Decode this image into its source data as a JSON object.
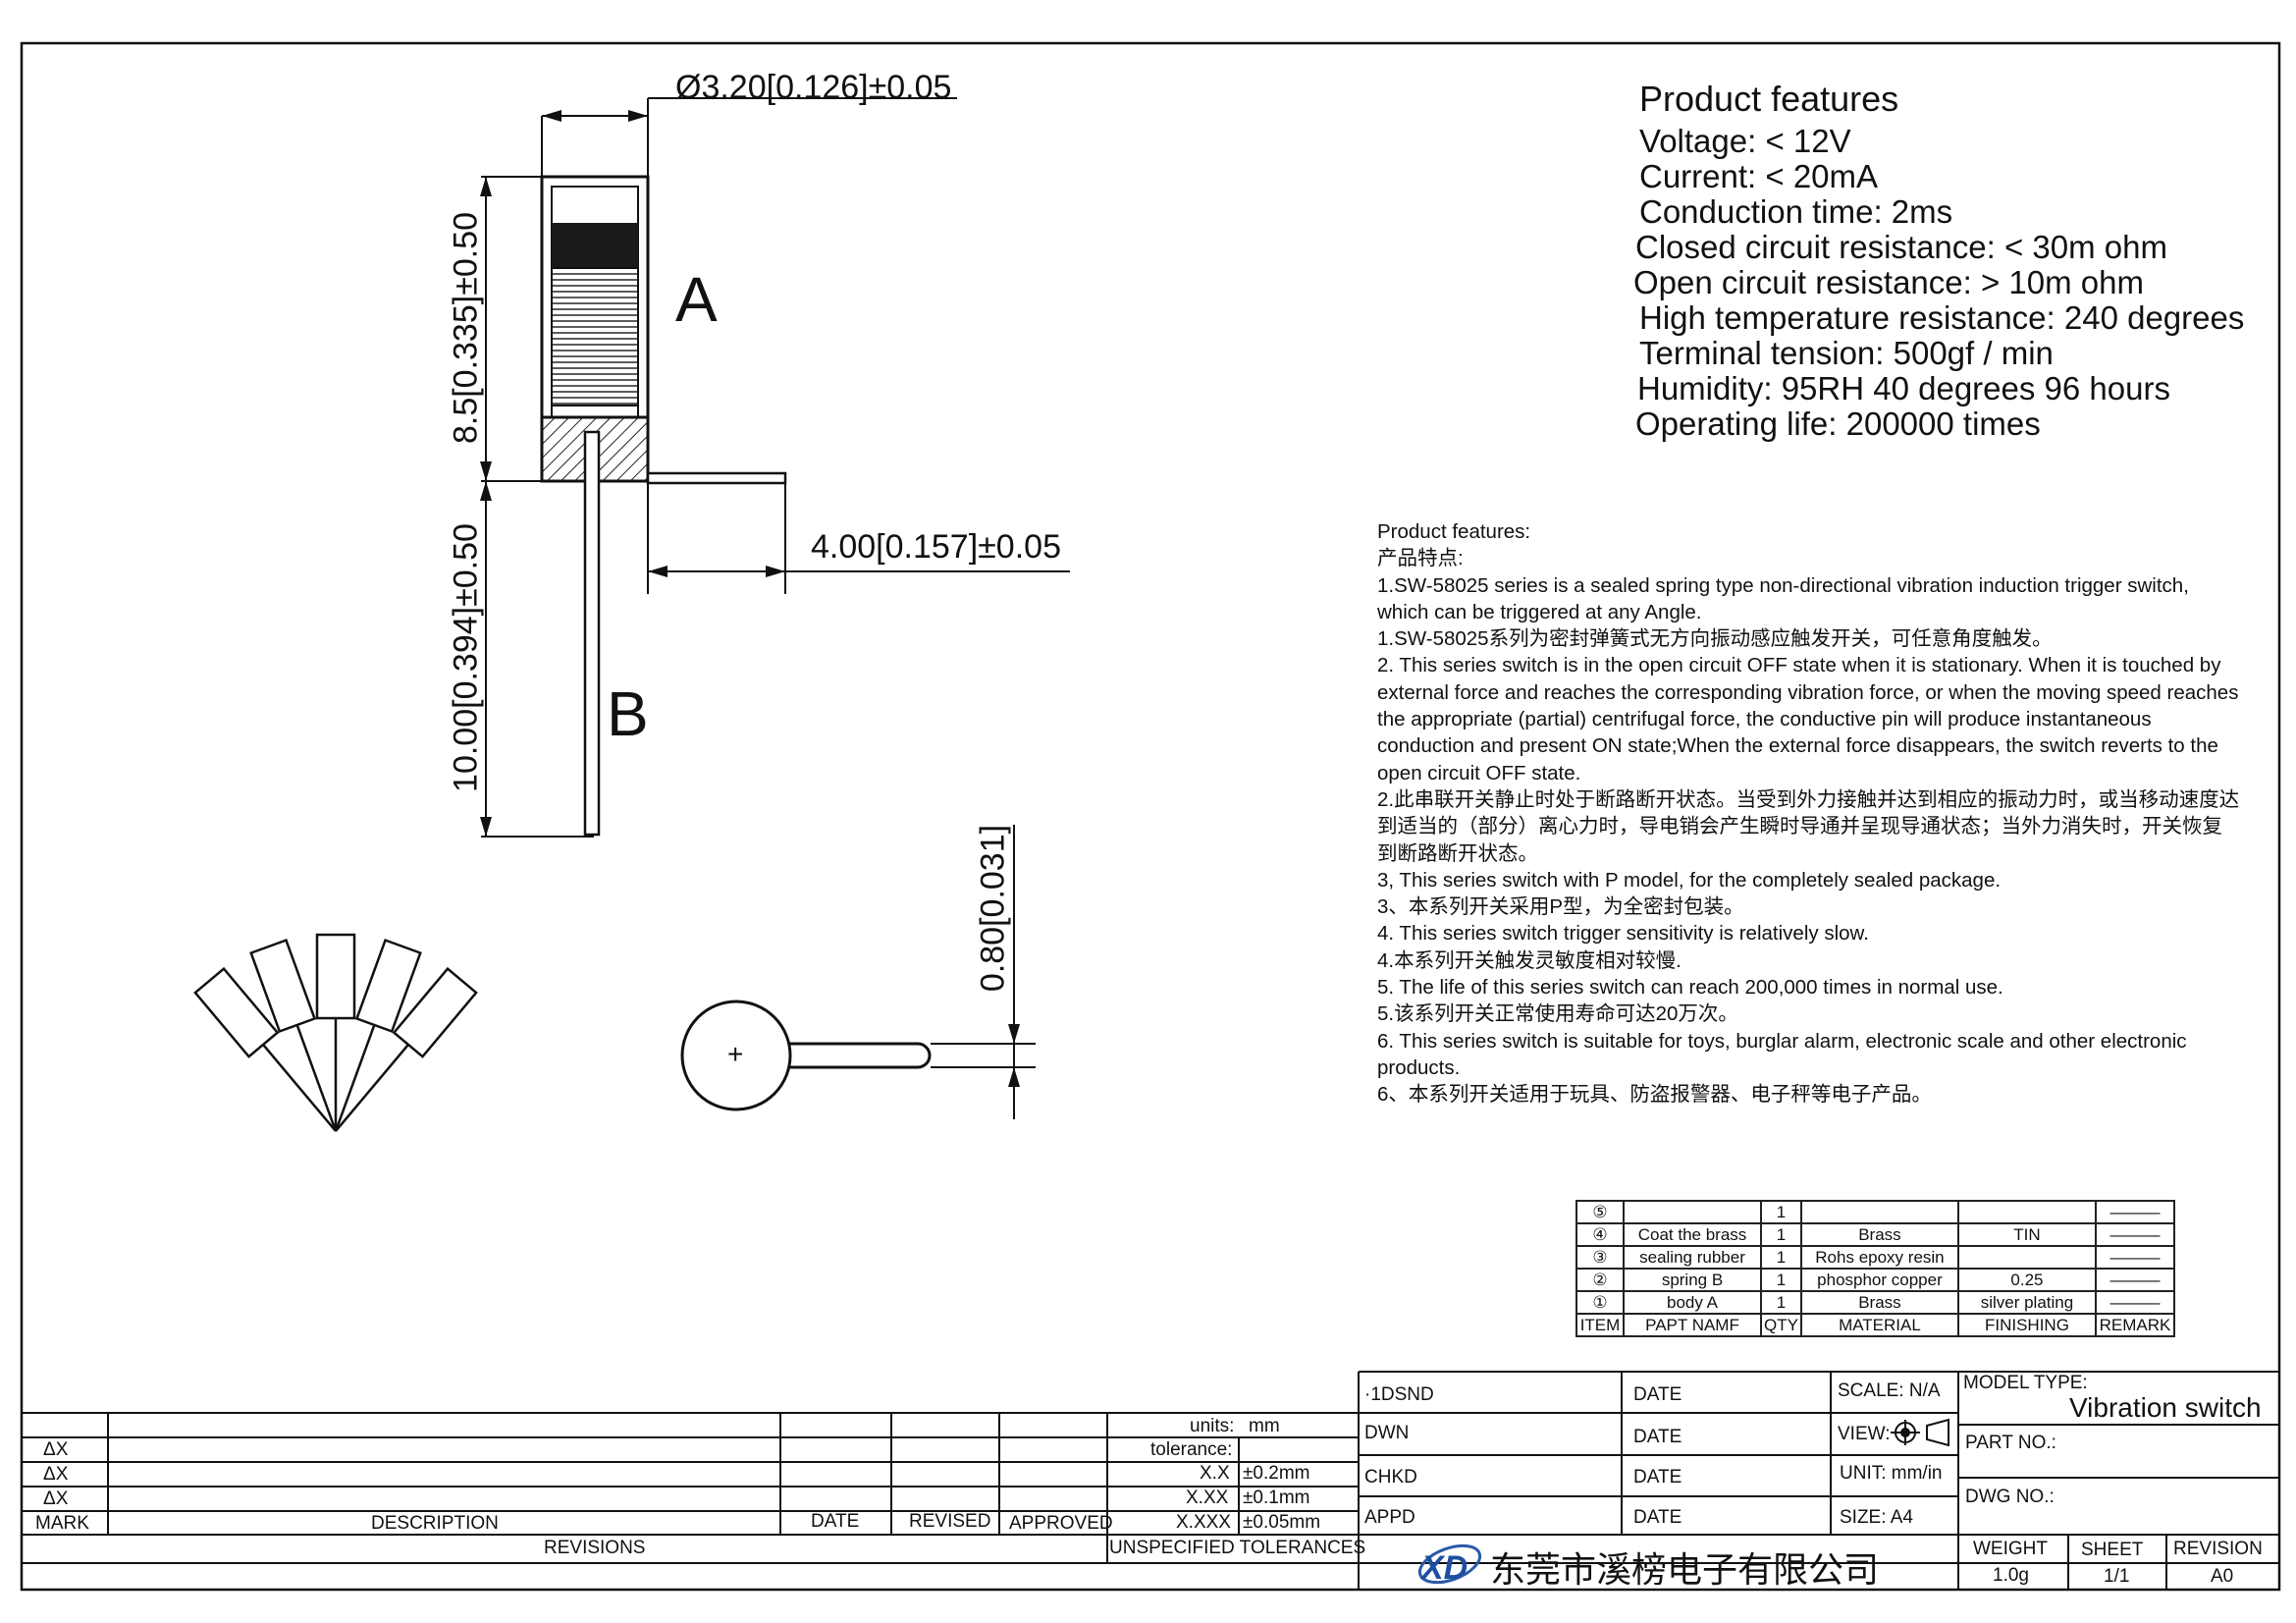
{
  "dimensions": {
    "diameter": "Ø3.20[0.126]±0.05",
    "height_a": "8.5[0.335]±0.50",
    "lead_length": "10.00[0.394]±0.50",
    "base_width": "4.00[0.157]±0.05",
    "pin_thickness": "0.80[0.031]",
    "label_a": "A",
    "label_b": "B",
    "plus": "+"
  },
  "features": {
    "title": "Product features",
    "lines": [
      "Voltage: < 12V",
      "Current: < 20mA",
      "Conduction time: 2ms",
      "Closed circuit resistance: < 30m ohm",
      "Open circuit resistance: > 10m ohm",
      "High temperature resistance: 240 degrees",
      "Terminal tension: 500gf / min",
      "Humidity: 95RH 40 degrees 96 hours",
      "Operating life: 200000 times"
    ]
  },
  "description": {
    "lines": [
      "Product features:",
      "产品特点:",
      "1.SW-58025 series is a sealed spring type non-directional vibration induction trigger switch, which can be triggered at any Angle.",
      "1.SW-58025系列为密封弹簧式无方向振动感应触发开关，可任意角度触发。",
      "2. This series switch is in the open circuit OFF state when it is stationary. When it is touched by external force and reaches the corresponding vibration force, or when the moving speed reaches the appropriate (partial) centrifugal force, the conductive pin will produce instantaneous conduction and present ON state;When the external force disappears, the switch reverts to the open circuit OFF state.",
      "2.此串联开关静止时处于断路断开状态。当受到外力接触并达到相应的振动力时，或当移动速度达到适当的（部分）离心力时，导电销会产生瞬时导通并呈现导通状态；当外力消失时，开关恢复到断路断开状态。",
      "3, This series switch with P model, for the completely sealed package.",
      "3、本系列开关采用P型，为全密封包装。",
      "4. This series switch trigger sensitivity is relatively slow.",
      "4.本系列开关触发灵敏度相对较慢.",
      "5. The life of this series switch can reach 200,000 times in normal use.",
      "5.该系列开关正常使用寿命可达20万次。",
      "6. This series switch is suitable for toys, burglar alarm, electronic scale and other electronic products.",
      "6、本系列开关适用于玩具、防盗报警器、电子秤等电子产品。"
    ]
  },
  "parts": {
    "header": [
      "ITEM",
      "PAPT NAMF",
      "QTY",
      "MATERIAL",
      "FINISHING",
      "REMARK"
    ],
    "rows": [
      [
        "⑤",
        "",
        "1",
        "",
        "",
        "———"
      ],
      [
        "④",
        "Coat the brass",
        "1",
        "Brass",
        "TIN",
        "———"
      ],
      [
        "③",
        "sealing rubber",
        "1",
        "Rohs epoxy resin",
        "",
        "———"
      ],
      [
        "②",
        "spring  B",
        "1",
        "phosphor copper",
        "0.25",
        "———"
      ],
      [
        "①",
        "body   A",
        "1",
        "Brass",
        "silver plating",
        "———"
      ]
    ]
  },
  "revisions": {
    "rows": [
      "ΔX",
      "ΔX",
      "ΔX"
    ],
    "mark": "MARK",
    "description": "DESCRIPTION",
    "date": "DATE",
    "revised": "REVISED",
    "approved": "APPROVED",
    "title": "REVISIONS"
  },
  "tolerances": {
    "units_label": "units:",
    "units_value": "mm",
    "tolerance_label": "tolerance:",
    "rows": [
      [
        "X.X",
        "±0.2mm"
      ],
      [
        "X.XX",
        "±0.1mm"
      ],
      [
        "X.XXX",
        "±0.05mm"
      ]
    ],
    "title": "UNSPECIFIED TOLERANCES"
  },
  "signoff": {
    "rows": [
      "·1DSND",
      "DWN",
      "CHKD",
      "APPD"
    ],
    "date_label": "DATE"
  },
  "sheet_info": {
    "scale": "SCALE: N/A",
    "view": "VIEW:",
    "unit": "UNIT: mm/in",
    "size": "SIZE: A4",
    "model_type_label": "MODEL TYPE:",
    "model_type_value": "Vibration switch",
    "part_no": "PART NO.:",
    "dwg_no": "DWG NO.:",
    "weight_label": "WEIGHT",
    "weight_value": "1.0g",
    "sheet_label": "SHEET",
    "sheet_value": "1/1",
    "revision_label": "REVISION",
    "revision_value": "A0"
  },
  "company": {
    "name": "东莞市溪榜电子有限公司",
    "logo_text": "XD"
  }
}
